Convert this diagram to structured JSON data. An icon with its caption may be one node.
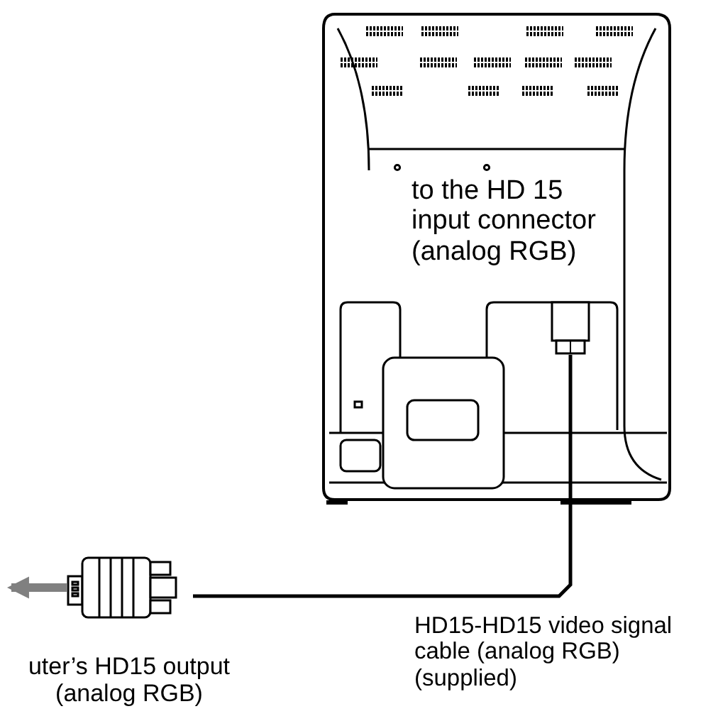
{
  "diagram": {
    "nodes": [
      {
        "text": [],
        "shape": "box"
      },
      {
        "text": [],
        "shape": "box"
      }
    ],
    "edges": [
      {
        "from": 1,
        "to": 0,
        "arrow": "none"
      },
      {
        "from": 1,
        "to": null,
        "arrow": "to",
        "style": "thick",
        "color": "#808080"
      }
    ],
    "labels": [
      "to the HD 15 input connector (analog RGB)",
      "HD15-HD15 video signal cable (analog RGB) (supplied)",
      "uter’s HD15 output (analog RGB)"
    ]
  }
}
